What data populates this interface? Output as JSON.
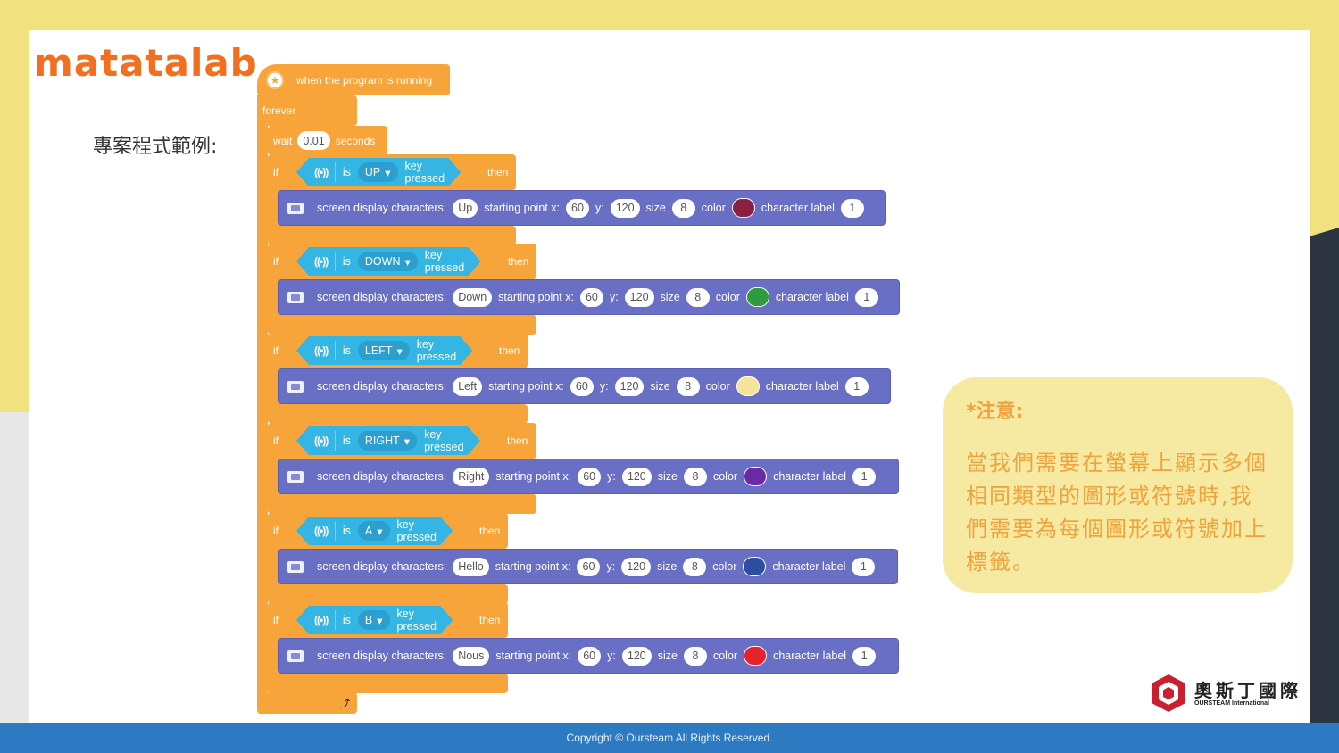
{
  "brand": {
    "logo_text": "matatalab",
    "company_cn": "奧斯丁國際",
    "company_en": "OURSTEAM International"
  },
  "section_label": "專案程式範例:",
  "note": {
    "title": "*注意:",
    "body": "當我們需要在螢幕上顯示多個相同類型的圖形或符號時,我們需要為每個圖形或符號加上標籤。"
  },
  "footer": "Copyright © Oursteam All Rights Reserved.",
  "program": {
    "hat_label": "when the program is running",
    "forever_label": "forever",
    "wait": {
      "label": "wait",
      "value": "0.01",
      "unit": "seconds"
    },
    "labels": {
      "if": "if",
      "is": "is",
      "key_pressed": "key pressed",
      "then": "then",
      "screen_display": "screen display characters:",
      "starting_point": "starting point x:",
      "y": "y:",
      "size": "size",
      "color": "color",
      "character_label": "character label"
    },
    "conditions": [
      {
        "key": "UP",
        "text": "Up",
        "x": "60",
        "y": "120",
        "size": "8",
        "color": "#8b1f3f",
        "label": "1"
      },
      {
        "key": "DOWN",
        "text": "Down",
        "x": "60",
        "y": "120",
        "size": "8",
        "color": "#2f9a3e",
        "label": "1"
      },
      {
        "key": "LEFT",
        "text": "Left",
        "x": "60",
        "y": "120",
        "size": "8",
        "color": "#f5e39a",
        "label": "1"
      },
      {
        "key": "RIGHT",
        "text": "Right",
        "x": "60",
        "y": "120",
        "size": "8",
        "color": "#6a2aa3",
        "label": "1"
      },
      {
        "key": "A",
        "text": "Hello",
        "x": "60",
        "y": "120",
        "size": "8",
        "color": "#2c4da1",
        "label": "1"
      },
      {
        "key": "B",
        "text": "Nous",
        "x": "60",
        "y": "120",
        "size": "8",
        "color": "#e4232a",
        "label": "1"
      }
    ]
  }
}
